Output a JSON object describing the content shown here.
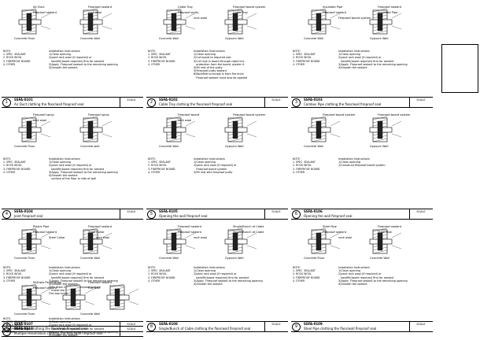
{
  "panels": [
    {
      "num": "1",
      "code": "SSFA-0101",
      "title": "Air Duct clothing the floor/wall fireproof seal",
      "scale": "SCALE",
      "labels": [
        "Air Duct",
        "Fireproof sealant",
        "Fireproof sealant",
        "rock wool",
        "Concrete Floor",
        "Concrete Wall"
      ],
      "notes": "Installation Instructions\n1)Clean opening\n2)pack rock wool (if required) or\n   backfill(board required) firm for sealant\n3)Apply  Fireproof sealant to the remaining opening\n4)Smooth the sealant"
    },
    {
      "num": "2",
      "code": "SSFA-0102",
      "title": "Cable Tray clothing the floor/wall fireproof seal",
      "scale": "SCALE",
      "labels": [
        "Cable Tray",
        "Fireproof board system",
        "Fireproof putty",
        "Cable Tray",
        "rock wool",
        "Concrete Wall",
        "Gypsum Wall"
      ],
      "notes": "Installation Instructions\n1)Clean opening\n2)Cut board to required size\n3)Cut hole in board through cable line\n   protection from the board, plaster it\n4)Fill rest of the putty\n5)Fireproof putty sealant\n6)Backfiller principal is from fire brick\n   Fireproof sealant must also be applied"
    },
    {
      "num": "3",
      "code": "SSFA-0103",
      "title": "Combus Pipe clothing the floor/wall fireproof seal",
      "scale": "SCALE",
      "labels": [
        "Insulated Pipe",
        "Fireproof sealant",
        "Fireproof sealant",
        "Insulated Pipe",
        "Fireproof board system",
        "Concrete Wall",
        "Gypsum Wall"
      ],
      "notes": "Installation Instructions\n1)Clean opening\n2)pack rock wool (if required) or\n   backfill(board required) firm for sealant\n3)Apply  Fireproof sealant to the remaining opening\n4)Smooth the sealant"
    },
    {
      "num": "4",
      "code": "SSFA-0104",
      "title": "Joint fireproof seal",
      "scale": "SCALE",
      "labels": [
        "Fireproof spray",
        "Fireproof spray",
        "rock wool",
        "Concrete Floor",
        "Concrete wall"
      ],
      "notes": "Installation Instructions\n1)Clean opening\n2)pack rock wool (if required) or\n   backfill(board required) firm for sealant\n3)Apply  Fireproof sealant to the remaining opening\n4)Smooth the sealant\n   surface of the floor or side of wall"
    },
    {
      "num": "5",
      "code": "SSFA-0105",
      "title": "Opening the wall fireproof seal",
      "scale": "SCALE",
      "labels": [
        "Fireproof board",
        "Fireproof board system",
        "rock wool",
        "Concrete Wall",
        "Gypsum Wall"
      ],
      "notes": "Installation Instructions\n1)Clean opening\n2)pack rock wool (if required) or\n   Fireproof board system\n3)Fill rest with fireproof putty"
    },
    {
      "num": "6",
      "code": "SSFA-0106",
      "title": "Opening the wall fireproof seal",
      "scale": "SCALE",
      "labels": [
        "Fireproof board system",
        "Fireproof board system",
        "Concrete Wall",
        "Gypsum Wall"
      ],
      "notes": "Installation Instructions\n1)Clean opening\n2)Construct fireproof board system"
    },
    {
      "num": "7",
      "code": "SSFA-0107",
      "title": "Metal Pipe clothing the floor/wall fireproof seal",
      "scale": "SCALE",
      "labels": [
        "Plastic Pipe",
        "Fireproof sealant",
        "Fireproof sealant",
        "Steel Collar",
        "Steel Collar",
        "rock wool",
        "Concrete Floor",
        "Concrete Wall"
      ],
      "notes": "Installation Instructions\n1)Clean opening\n2)pack rock wool (if required) or\n   backfill(board required) firm for sealant\n3)Apply  Fireproof sealant to the remaining opening\n4)Smooth the sealant\n5)Fix Steel Collar with fireproof sealant\n   Install the Steel Collar"
    },
    {
      "num": "8",
      "code": "SSFA-0108",
      "title": "Single/Bunch of Cable clothing the floor/wall fireproof seal",
      "scale": "SCALE",
      "labels": [
        "Fireproof sealant",
        "Single/Bunch of Cable",
        "Fireproof sealant",
        "Single/Bunch of Cable",
        "rock wool",
        "Concrete Wall",
        "Gypsum Wall"
      ],
      "notes": "Installation Instructions\n1)Clean opening\n2)pack rock wool (if required) or\n   backfill(board required) firm for sealant\n3)Apply  Fireproof sealant to the remaining opening\n4)Smooth the sealant"
    },
    {
      "num": "9",
      "code": "SSFA-0109",
      "title": "Steel Pipe clothing the floor/wall fireproof seal",
      "scale": "SCALE",
      "labels": [
        "Steel Pipe",
        "Fireproof sealant",
        "Fireproof sealant",
        "Steel Pipe",
        "rock wool",
        "Concrete Floor",
        "Concrete Wall"
      ],
      "notes": "Installation Instructions\n1)Clean opening\n2)pack rock wool (if required) or\n   backfill(board required) firm for sealant\n3)Apply  Fireproof sealant to the remaining opening\n4)Smooth the sealant"
    },
    {
      "num": "10",
      "code": "SSFA-0110",
      "title": "Multiple Penetration clothing the floor/wall fireproof seal",
      "scale": "SCALE",
      "labels": [
        "Multiple Penetration",
        "Fireproof sealant",
        "Fireproof sealant",
        "Fire wall",
        "Fire box brick",
        "Concrete Floor",
        "Concrete Wall"
      ],
      "notes": "Installation Instructions\n1)Clean opening\n2)pack rock wool (if required) or\n   backfill(board required) firm for sealant\n3)Apply  Fireproof sealant to the remaining opening\n4)Smooth the sealant"
    }
  ],
  "legend": "NOTE:\n1. SPEC  SEALANT\n2. ROCK WOOL\n3. FIREPROOF BOARD\n4. OTHER"
}
